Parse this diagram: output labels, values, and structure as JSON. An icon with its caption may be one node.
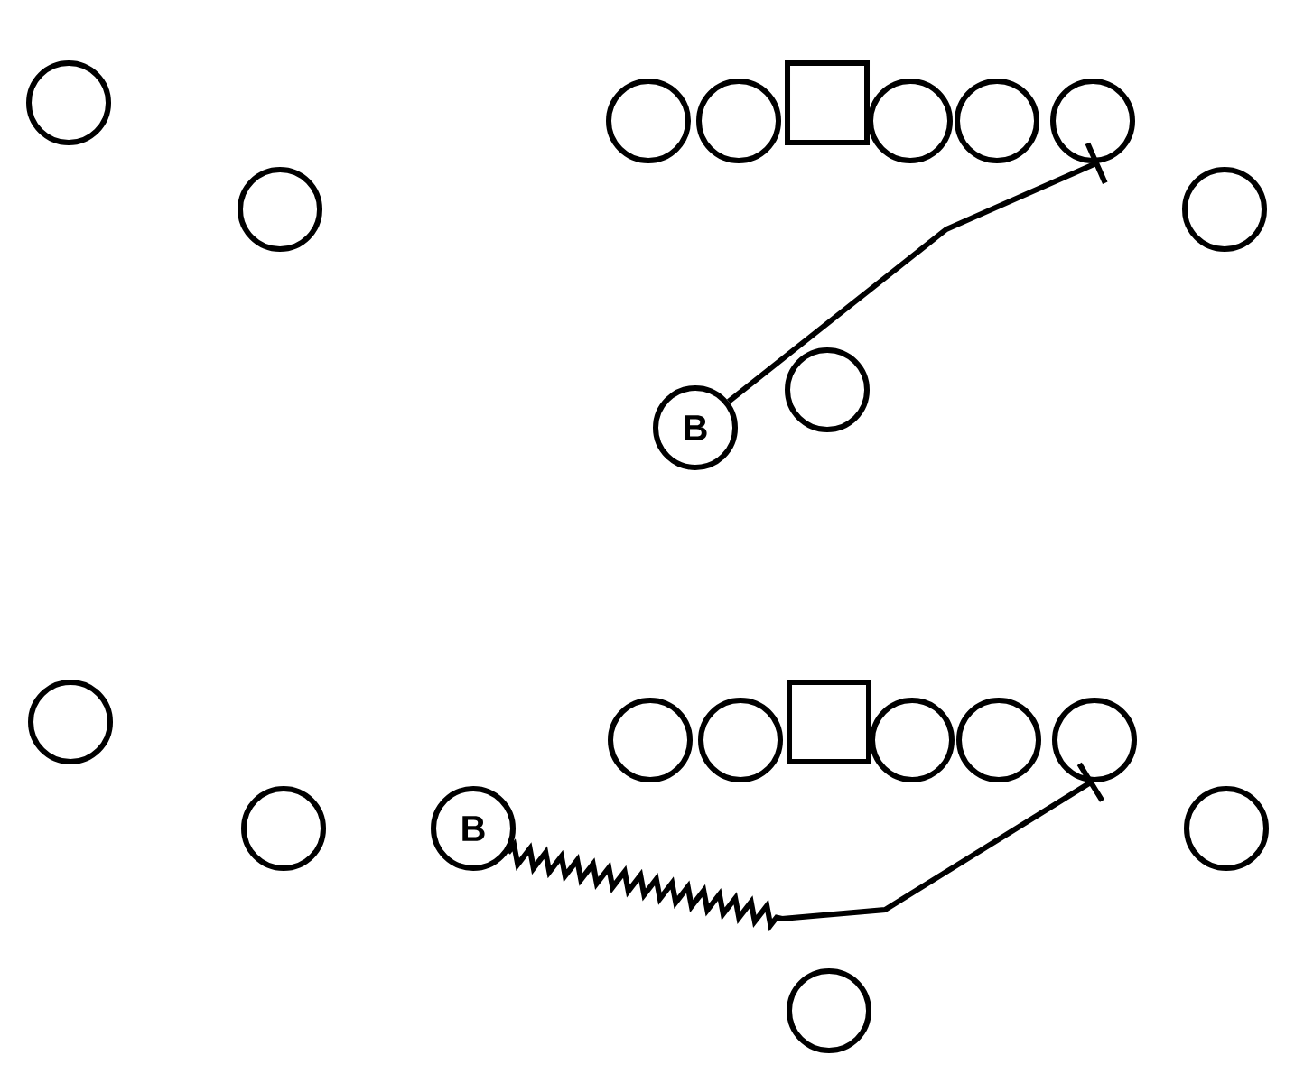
{
  "diagram": {
    "nodes": [
      {
        "text": [],
        "shape": "circle"
      },
      {
        "text": [],
        "shape": "circle"
      },
      {
        "text": [],
        "shape": "circle"
      },
      {
        "text": [],
        "shape": "box"
      },
      {
        "text": [],
        "shape": "circle"
      },
      {
        "text": [],
        "shape": "circle"
      },
      {
        "text": [],
        "shape": "circle"
      },
      {
        "text": [],
        "shape": "circle"
      },
      {
        "text": [],
        "shape": "circle"
      },
      {
        "text": [],
        "shape": "circle"
      },
      {
        "text": [
          "B"
        ]
      },
      {
        "text": [],
        "shape": "circle"
      },
      {
        "text": [],
        "shape": "circle"
      },
      {
        "text": [],
        "shape": "circle"
      },
      {
        "text": [],
        "shape": "box"
      },
      {
        "text": [],
        "shape": "circle"
      },
      {
        "text": [],
        "shape": "circle"
      },
      {
        "text": [],
        "shape": "circle"
      },
      {
        "text": [],
        "shape": "circle"
      },
      {
        "text": [
          "B"
        ]
      },
      {
        "text": [],
        "shape": "circle"
      },
      {
        "text": [],
        "shape": "circle"
      }
    ],
    "edges": [
      {
        "from": 10,
        "to": 6,
        "arrow": "other"
      },
      {
        "from": 19,
        "to": 17,
        "arrow": "other"
      }
    ]
  }
}
